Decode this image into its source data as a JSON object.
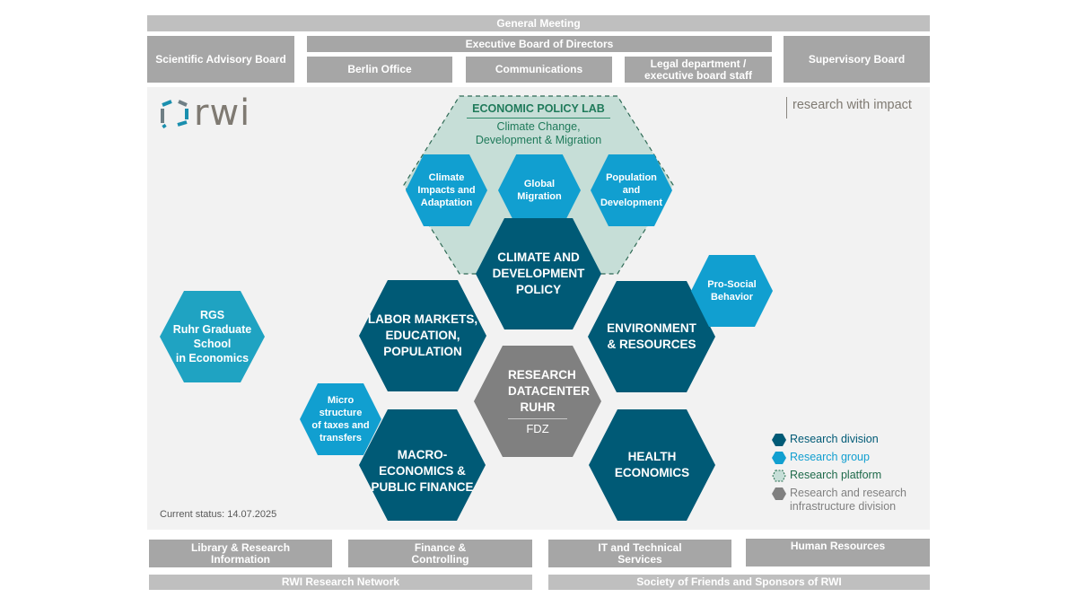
{
  "top": {
    "general_meeting": "General Meeting",
    "scientific_advisory_board": "Scientific Advisory Board",
    "executive_board": "Executive Board of Directors",
    "berlin_office": "Berlin Office",
    "communications": "Communications",
    "legal_department": "Legal department /\nexecutive board staff",
    "supervisory_board": "Supervisory Board"
  },
  "branding": {
    "logo_text": "rwi",
    "tagline": "research with impact",
    "status": "Current status: 14.07.2025"
  },
  "colors": {
    "research_division": "#005a76",
    "research_group": "#119fd0",
    "research_platform": "#c6ded7",
    "platform_text": "#1f7a5a",
    "infrastructure_division": "#808080",
    "rgs": "#1fa3c2",
    "box_gray": "#a6a6a6",
    "bar_gray": "#bfbfbf"
  },
  "platform": {
    "title": "ECONOMIC POLICY LAB",
    "subtitle": "Climate Change,\nDevelopment & Migration"
  },
  "hexagons": {
    "climate_impacts": "Climate\nImpacts and\nAdaptation",
    "global_migration": "Global\nMigration",
    "population_development": "Population\nand\nDevelopment",
    "climate_policy": "CLIMATE AND\nDEVELOPMENT\nPOLICY",
    "labor_markets": "LABOR MARKETS,\nEDUCATION,\nPOPULATION",
    "environment": "ENVIRONMENT\n& RESOURCES",
    "pro_social": "Pro-Social\nBehavior",
    "rgs": "RGS\nRuhr Graduate\nSchool\nin Economics",
    "datacenter": "RESEARCH\nDATACENTER\nRUHR",
    "datacenter_abbr": "FDZ",
    "micro": "Micro\nstructure\nof taxes and\ntransfers",
    "macro": "MACRO-\nECONOMICS &\nPUBLIC FINANCE",
    "health": "HEALTH\nECONOMICS"
  },
  "legend": [
    {
      "label": "Research division"
    },
    {
      "label": "Research group"
    },
    {
      "label": "Research platform"
    },
    {
      "label": "Research and research\ninfrastructure division"
    }
  ],
  "bottom": {
    "library": "Library & Research\nInformation",
    "finance": "Finance &\nControlling",
    "it": "IT and Technical\nServices",
    "hr": "Human Resources",
    "network": "RWI Research Network",
    "society": "Society of Friends and Sponsors of RWI"
  }
}
